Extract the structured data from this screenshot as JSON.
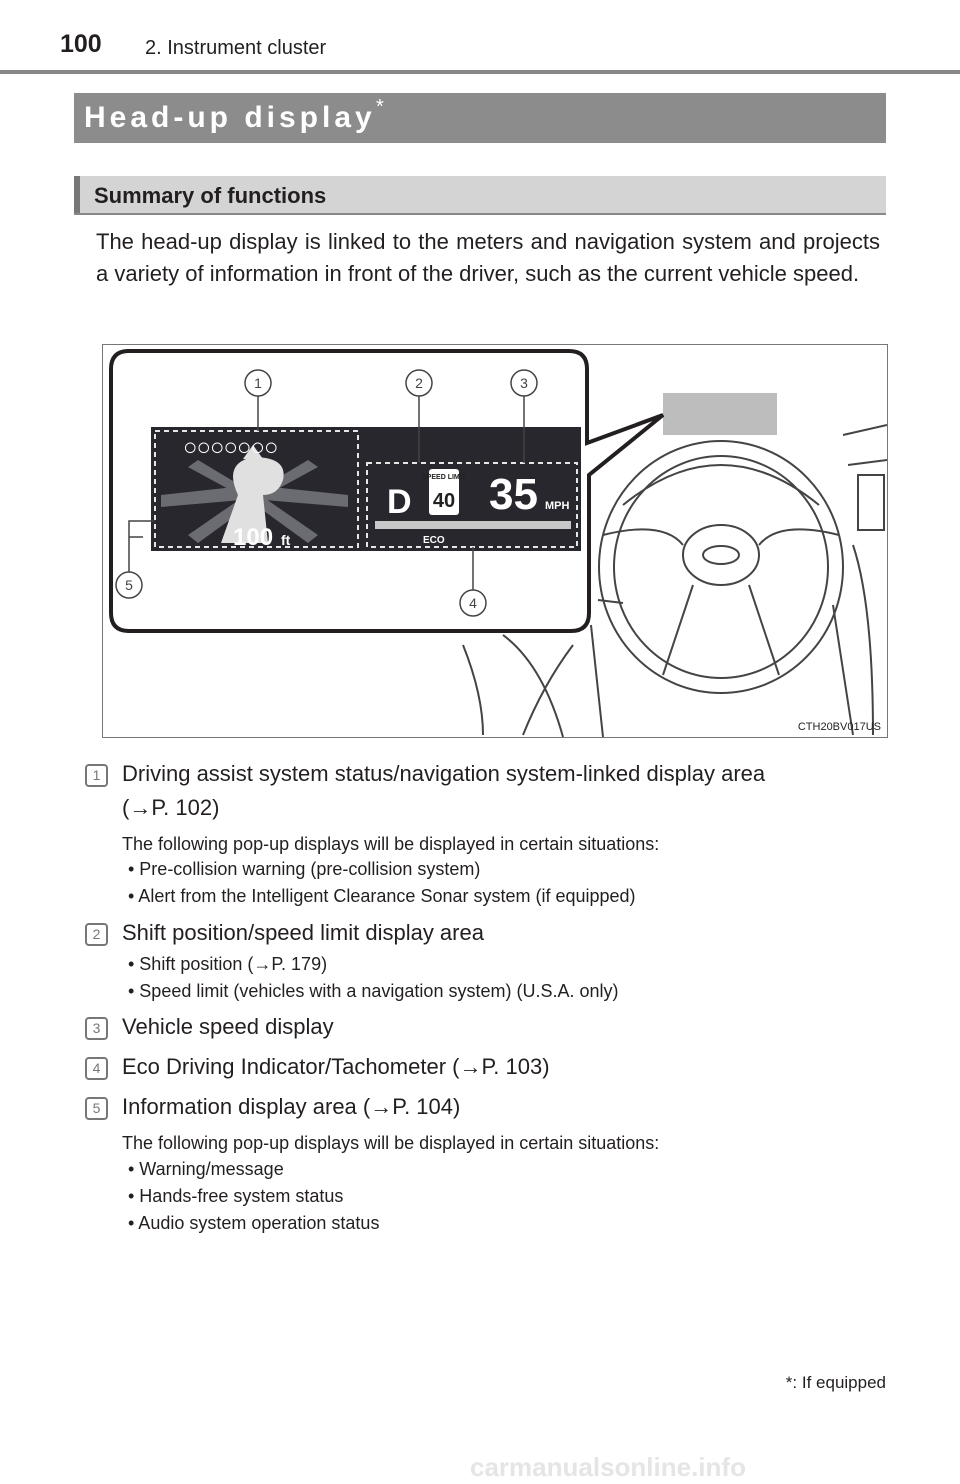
{
  "header": {
    "page_number": "100",
    "chapter": "2. Instrument cluster"
  },
  "section": {
    "title": "Head-up display",
    "star": "*"
  },
  "subsection": {
    "title": "Summary of functions"
  },
  "intro": "The head-up display is linked to the meters and navigation system and projects a variety of information in front of the driver, such as the current vehicle speed.",
  "figure": {
    "code": "CTH20BV017US",
    "callouts": [
      "1",
      "2",
      "3",
      "4",
      "5"
    ],
    "hud": {
      "dots": "○○○○○○○",
      "distance": "100",
      "distance_unit": "ft",
      "shift": "D",
      "speed_limit_label": "SPEED LIMIT",
      "speed_limit_value": "40",
      "speed": "35",
      "speed_unit": "MPH",
      "eco": "ECO"
    }
  },
  "items": [
    {
      "number": "1",
      "text": "Driving assist system status/navigation system-linked display area",
      "ref": "(→P. 102)",
      "note": "The following pop-up displays will be displayed in certain situations:",
      "bullets": [
        "• Pre-collision warning (pre-collision system)",
        "• Alert from the Intelligent Clearance Sonar system (if equipped)"
      ]
    },
    {
      "number": "2",
      "text": "Shift position/speed limit display area",
      "bullets": [
        "• Shift position (→P. 179)",
        "• Speed limit (vehicles with a navigation system) (U.S.A. only)"
      ]
    },
    {
      "number": "3",
      "text": "Vehicle speed display"
    },
    {
      "number": "4",
      "text": "Eco Driving Indicator/Tachometer (→P. 103)"
    },
    {
      "number": "5",
      "text": "Information display area (→P. 104)",
      "note": "The following pop-up displays will be displayed in certain situations:",
      "bullets": [
        "• Warning/message",
        "• Hands-free system status",
        "• Audio system operation status"
      ]
    }
  ],
  "footnote": "*: If equipped",
  "watermark": "carmanualsonline.info"
}
